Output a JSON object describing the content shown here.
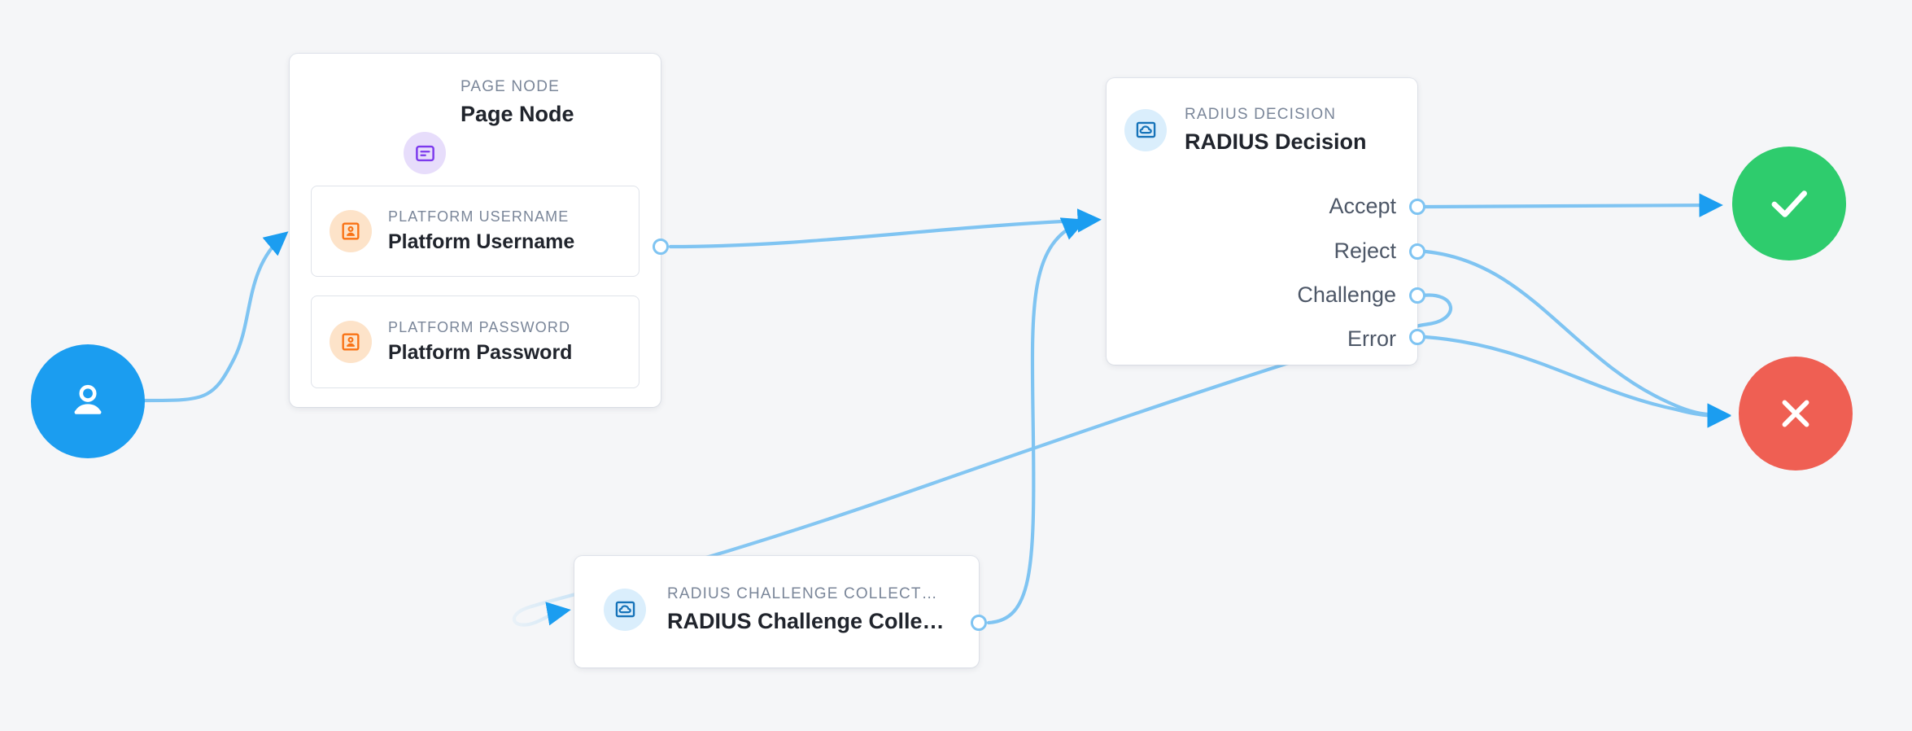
{
  "canvas": {
    "background_color": "#f5f6f8",
    "edge_color": "#7fc4f2",
    "arrow_color": "#1b9df0"
  },
  "nodes": {
    "start": {
      "name": "start-node",
      "icon": "user-icon",
      "color": "#1b9df0"
    },
    "page_node": {
      "kicker": "PAGE NODE",
      "title": "Page Node",
      "icon": "page-icon",
      "icon_color": "#7c3aed",
      "badge_color": "#e7ddfb",
      "fields": [
        {
          "kicker": "PLATFORM USERNAME",
          "title": "Platform Username",
          "icon": "user-card-icon",
          "icon_color": "#f97316",
          "badge_color": "#fde3c9",
          "has_output_port": true
        },
        {
          "kicker": "PLATFORM PASSWORD",
          "title": "Platform Password",
          "icon": "user-card-icon",
          "icon_color": "#f97316",
          "badge_color": "#fde3c9",
          "has_output_port": false
        }
      ]
    },
    "radius_decision": {
      "kicker": "RADIUS DECISION",
      "title": "RADIUS Decision",
      "icon": "cloud-card-icon",
      "icon_color": "#1673b9",
      "badge_color": "#daeefc",
      "outputs": [
        {
          "label": "Accept"
        },
        {
          "label": "Reject"
        },
        {
          "label": "Challenge"
        },
        {
          "label": "Error"
        }
      ]
    },
    "radius_challenge_collector": {
      "kicker": "RADIUS CHALLENGE COLLECT…",
      "title": "RADIUS Challenge Colle…",
      "icon": "cloud-card-icon",
      "icon_color": "#1673b9",
      "badge_color": "#daeefc"
    },
    "success": {
      "name": "success-node",
      "icon": "check-icon",
      "color": "#2ecc6d"
    },
    "failure": {
      "name": "failure-node",
      "icon": "close-icon",
      "color": "#ef5f53"
    }
  }
}
